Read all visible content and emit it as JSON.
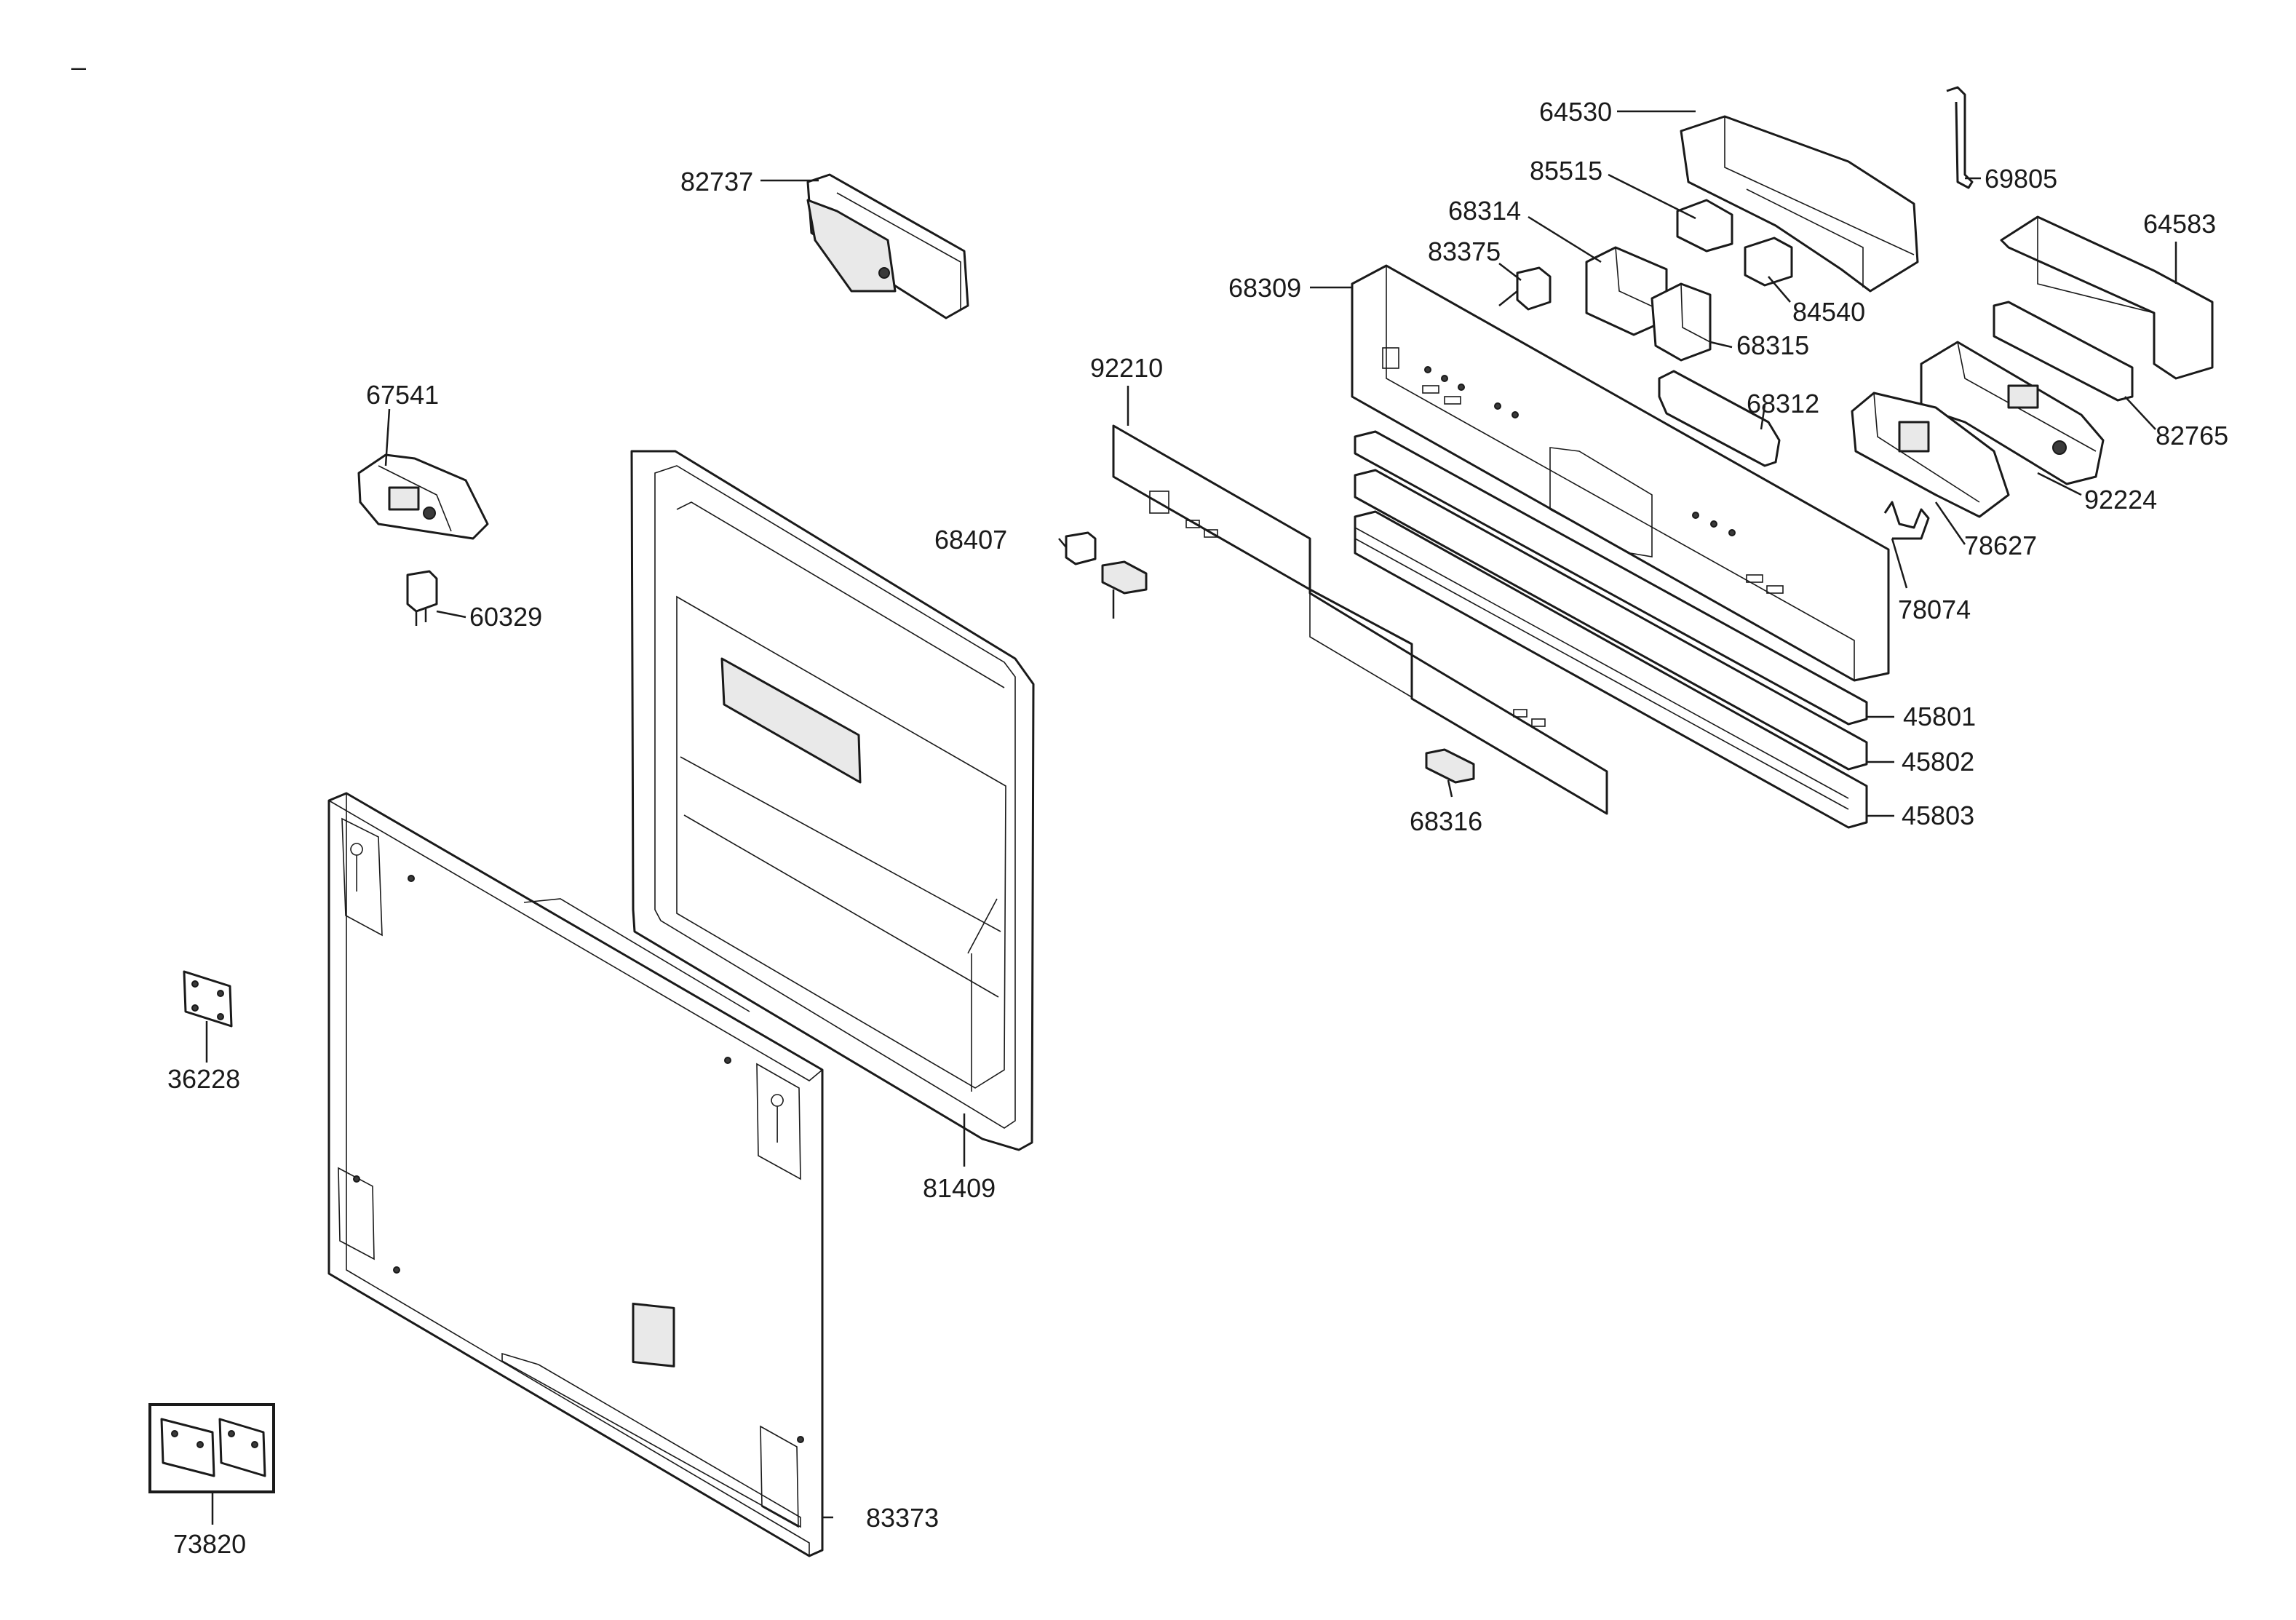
{
  "corner_mark": "–",
  "labels": {
    "l64530": "64530",
    "l69805": "69805",
    "l85515": "85515",
    "l64583": "64583",
    "l68314": "68314",
    "l83375": "83375",
    "l82737": "82737",
    "l68309": "68309",
    "l84540": "84540",
    "l68315": "68315",
    "l92210": "92210",
    "l68312": "68312",
    "l82765": "82765",
    "l67541": "67541",
    "l92224": "92224",
    "l68407": "68407",
    "l78627": "78627",
    "l60329": "60329",
    "l78074": "78074",
    "l45801": "45801",
    "l45802": "45802",
    "l68316": "68316",
    "l45803": "45803",
    "l36228": "36228",
    "l81409": "81409",
    "l83373": "83373",
    "l73820": "73820"
  }
}
